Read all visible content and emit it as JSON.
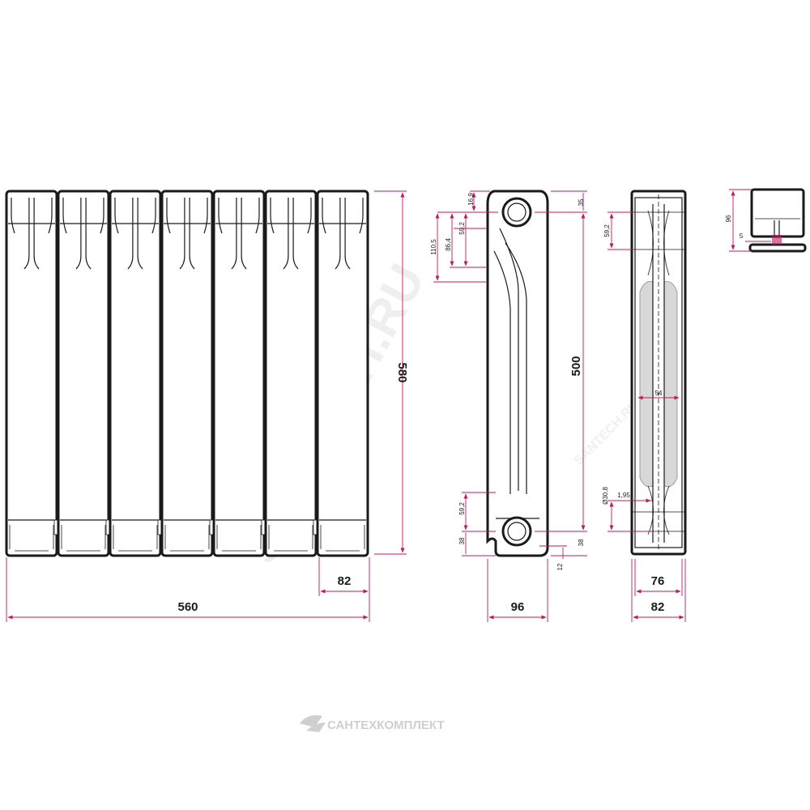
{
  "colors": {
    "dimension_line": "#c2185b",
    "outline": "#1a1a1a",
    "watermark": "#cfcfcf"
  },
  "front_view": {
    "section_count": 7,
    "total_width": "560",
    "total_height": "580",
    "section_width": "82"
  },
  "side_view": {
    "depth": "96",
    "axis_distance": "500",
    "top_offset": "35",
    "bottom_offset": "38",
    "dim_16_9": "16,9",
    "dim_59_2_top": "59,2",
    "dim_86_4": "86,4",
    "dim_110_5": "110,5",
    "dim_59_2_bottom": "59,2",
    "dim_38_bottom_left": "38",
    "dim_12": "12"
  },
  "section_view": {
    "width_outer": "82",
    "width_inner": "76",
    "dim_59_2": "59,2",
    "dim_54": "54",
    "dim_1_95": "1,95",
    "dim_diameter": "Ø30,8"
  },
  "top_view": {
    "height": "96",
    "dim_5": "5"
  },
  "watermarks": {
    "diagonal": "SANTECH.RU",
    "logo_text": "САНТЕХКОМПЛЕКТ",
    "logo_icon": "santech-logo-icon"
  }
}
